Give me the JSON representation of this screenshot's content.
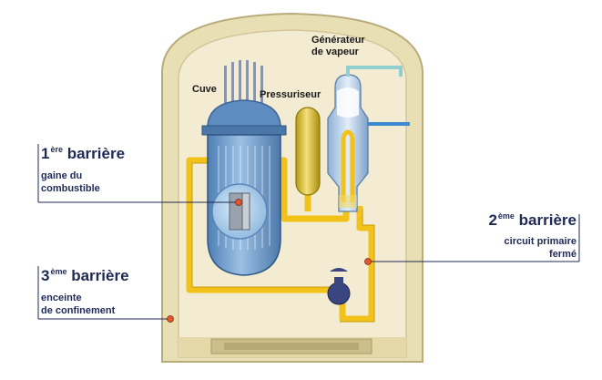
{
  "components": {
    "cuve": "Cuve",
    "pressuriseur": "Pressuriseur",
    "generateur_line1": "Générateur",
    "generateur_line2": "de vapeur"
  },
  "barrier1": {
    "num": "1",
    "sup": "ère",
    "word": "barrière",
    "desc_line1": "gaine du",
    "desc_line2": "combustible"
  },
  "barrier2": {
    "num": "2",
    "sup": "ème",
    "word": "barrière",
    "desc_line1": "circuit primaire",
    "desc_line2": "fermé"
  },
  "barrier3": {
    "num": "3",
    "sup": "ème",
    "word": "barrière",
    "desc_line1": "enceinte",
    "desc_line2": "de confinement"
  },
  "colors": {
    "containment": "#e9dfb4",
    "containment_edge": "#b9ab7a",
    "vessel": "#6f9ccb",
    "primary_pipe": "#f2c21b",
    "marker": "#e2582c",
    "label_text": "#1f2a55"
  }
}
